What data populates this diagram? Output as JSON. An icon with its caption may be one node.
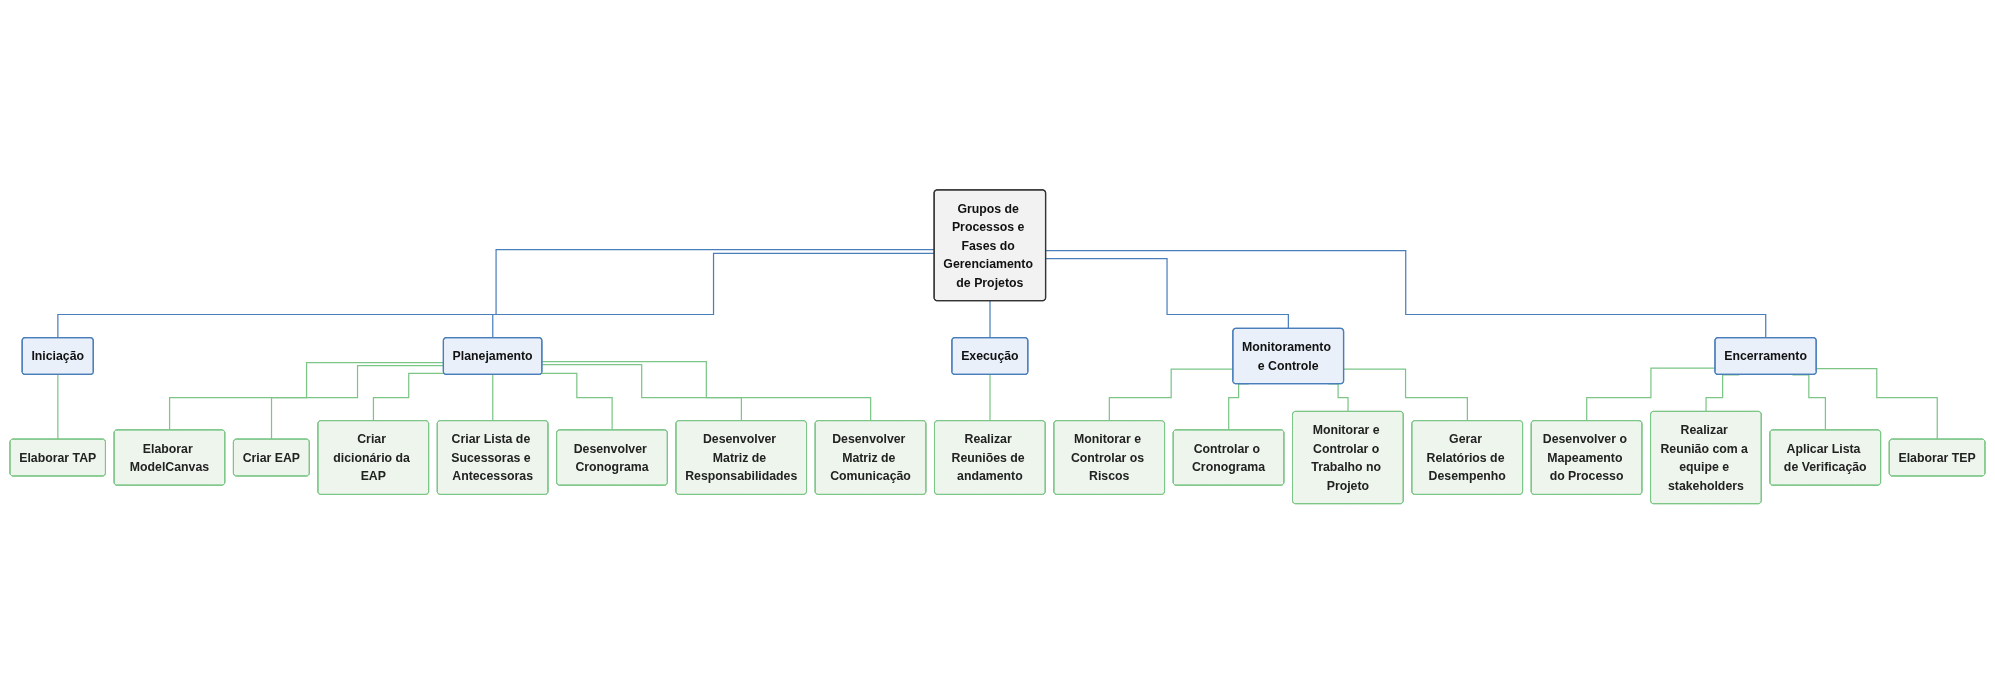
{
  "diagram": {
    "nodes": [
      {
        "text": [
          "Grupos de Processos e Fases do Gerenciamento de Projetos"
        ]
      },
      {
        "text": [
          "Iniciação"
        ]
      },
      {
        "text": [
          "Elaborar TAP"
        ]
      },
      {
        "text": [
          "Planejamento"
        ]
      },
      {
        "text": [
          "Elaborar ModelCanvas"
        ]
      },
      {
        "text": [
          "Criar EAP"
        ]
      },
      {
        "text": [
          "Criar dicionário da EAP"
        ]
      },
      {
        "text": [
          "Criar Lista de Sucessoras e Antecessoras"
        ]
      },
      {
        "text": [
          "Desenvolver Cronograma"
        ]
      },
      {
        "text": [
          "Desenvolver Matriz de Responsabilidades"
        ]
      },
      {
        "text": [
          "Desenvolver Matriz de Comunicação"
        ]
      },
      {
        "text": [
          "Execução"
        ]
      },
      {
        "text": [
          "Realizar Reuniões de andamento"
        ]
      },
      {
        "text": [
          "Monitoramento e Controle"
        ]
      },
      {
        "text": [
          "Monitorar e Controlar os Riscos"
        ]
      },
      {
        "text": [
          "Controlar o Cronograma"
        ]
      },
      {
        "text": [
          "Monitorar e Controlar o Trabalho no Projeto"
        ]
      },
      {
        "text": [
          "Gerar Relatórios de Desempenho"
        ]
      },
      {
        "text": [
          "Encerramento"
        ]
      },
      {
        "text": [
          "Desenvolver o Mapeamento do Processo"
        ]
      },
      {
        "text": [
          "Realizar Reunião com a equipe e stakeholders"
        ]
      },
      {
        "text": [
          "Aplicar Lista de Verificação"
        ]
      },
      {
        "text": [
          "Elaborar TEP"
        ]
      }
    ],
    "edges": [
      {
        "from": 0,
        "to": 1,
        "arrow": "none",
        "color": "#4a7ebb"
      },
      {
        "from": 0,
        "to": 3,
        "arrow": "none",
        "color": "#4a7ebb"
      },
      {
        "from": 0,
        "to": 11,
        "arrow": "none",
        "color": "#4a7ebb"
      },
      {
        "from": 0,
        "to": 13,
        "arrow": "none",
        "color": "#4a7ebb"
      },
      {
        "from": 0,
        "to": 18,
        "arrow": "none",
        "color": "#4a7ebb"
      },
      {
        "from": 1,
        "to": 2,
        "arrow": "none"
      },
      {
        "from": 3,
        "to": 4,
        "arrow": "none"
      },
      {
        "from": 3,
        "to": 5,
        "arrow": "none"
      },
      {
        "from": 3,
        "to": 6,
        "arrow": "none"
      },
      {
        "from": 3,
        "to": 7,
        "arrow": "none"
      },
      {
        "from": 3,
        "to": 8,
        "arrow": "none"
      },
      {
        "from": 3,
        "to": 9,
        "arrow": "none"
      },
      {
        "from": 3,
        "to": 10,
        "arrow": "none"
      },
      {
        "from": 11,
        "to": 12,
        "arrow": "none"
      },
      {
        "from": 13,
        "to": 14,
        "arrow": "none"
      },
      {
        "from": 13,
        "to": 15,
        "arrow": "none"
      },
      {
        "from": 13,
        "to": 16,
        "arrow": "none"
      },
      {
        "from": 13,
        "to": 17,
        "arrow": "none"
      },
      {
        "from": 18,
        "to": 19,
        "arrow": "none"
      },
      {
        "from": 18,
        "to": 20,
        "arrow": "none"
      },
      {
        "from": 18,
        "to": 21,
        "arrow": "none"
      },
      {
        "from": 18,
        "to": 22,
        "arrow": "none"
      }
    ]
  }
}
